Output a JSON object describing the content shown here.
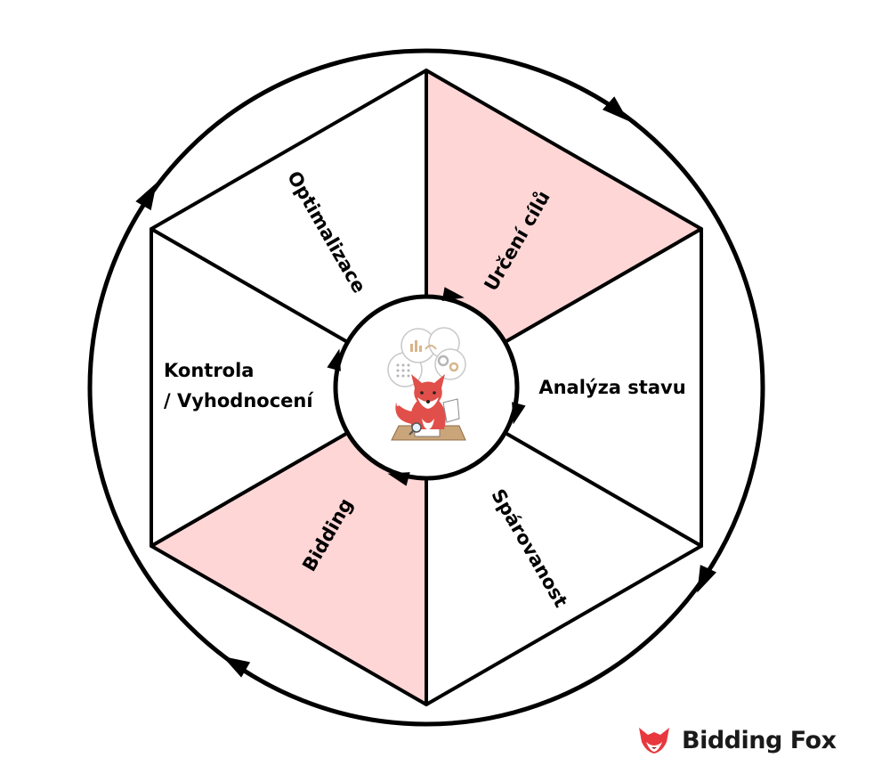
{
  "diagram": {
    "segments": [
      {
        "label": "Určení cílů",
        "highlighted": true
      },
      {
        "label": "Analýza stavu",
        "highlighted": false
      },
      {
        "label": "Spárovanost",
        "highlighted": false
      },
      {
        "label": "Bidding",
        "highlighted": true
      },
      {
        "label": "Kontrola",
        "label_line2": "/ Vyhodnocení",
        "highlighted": false
      },
      {
        "label": "Optimalizace",
        "highlighted": false
      }
    ],
    "center_icon": "fox-analyst-icon",
    "flow_direction": "clockwise"
  },
  "colors": {
    "highlight_fill": "#FFD6D6",
    "line": "#000000",
    "brand_red": "#E8383D"
  },
  "brand": {
    "name": "Bidding Fox",
    "logo_icon": "fox-logo-icon"
  }
}
